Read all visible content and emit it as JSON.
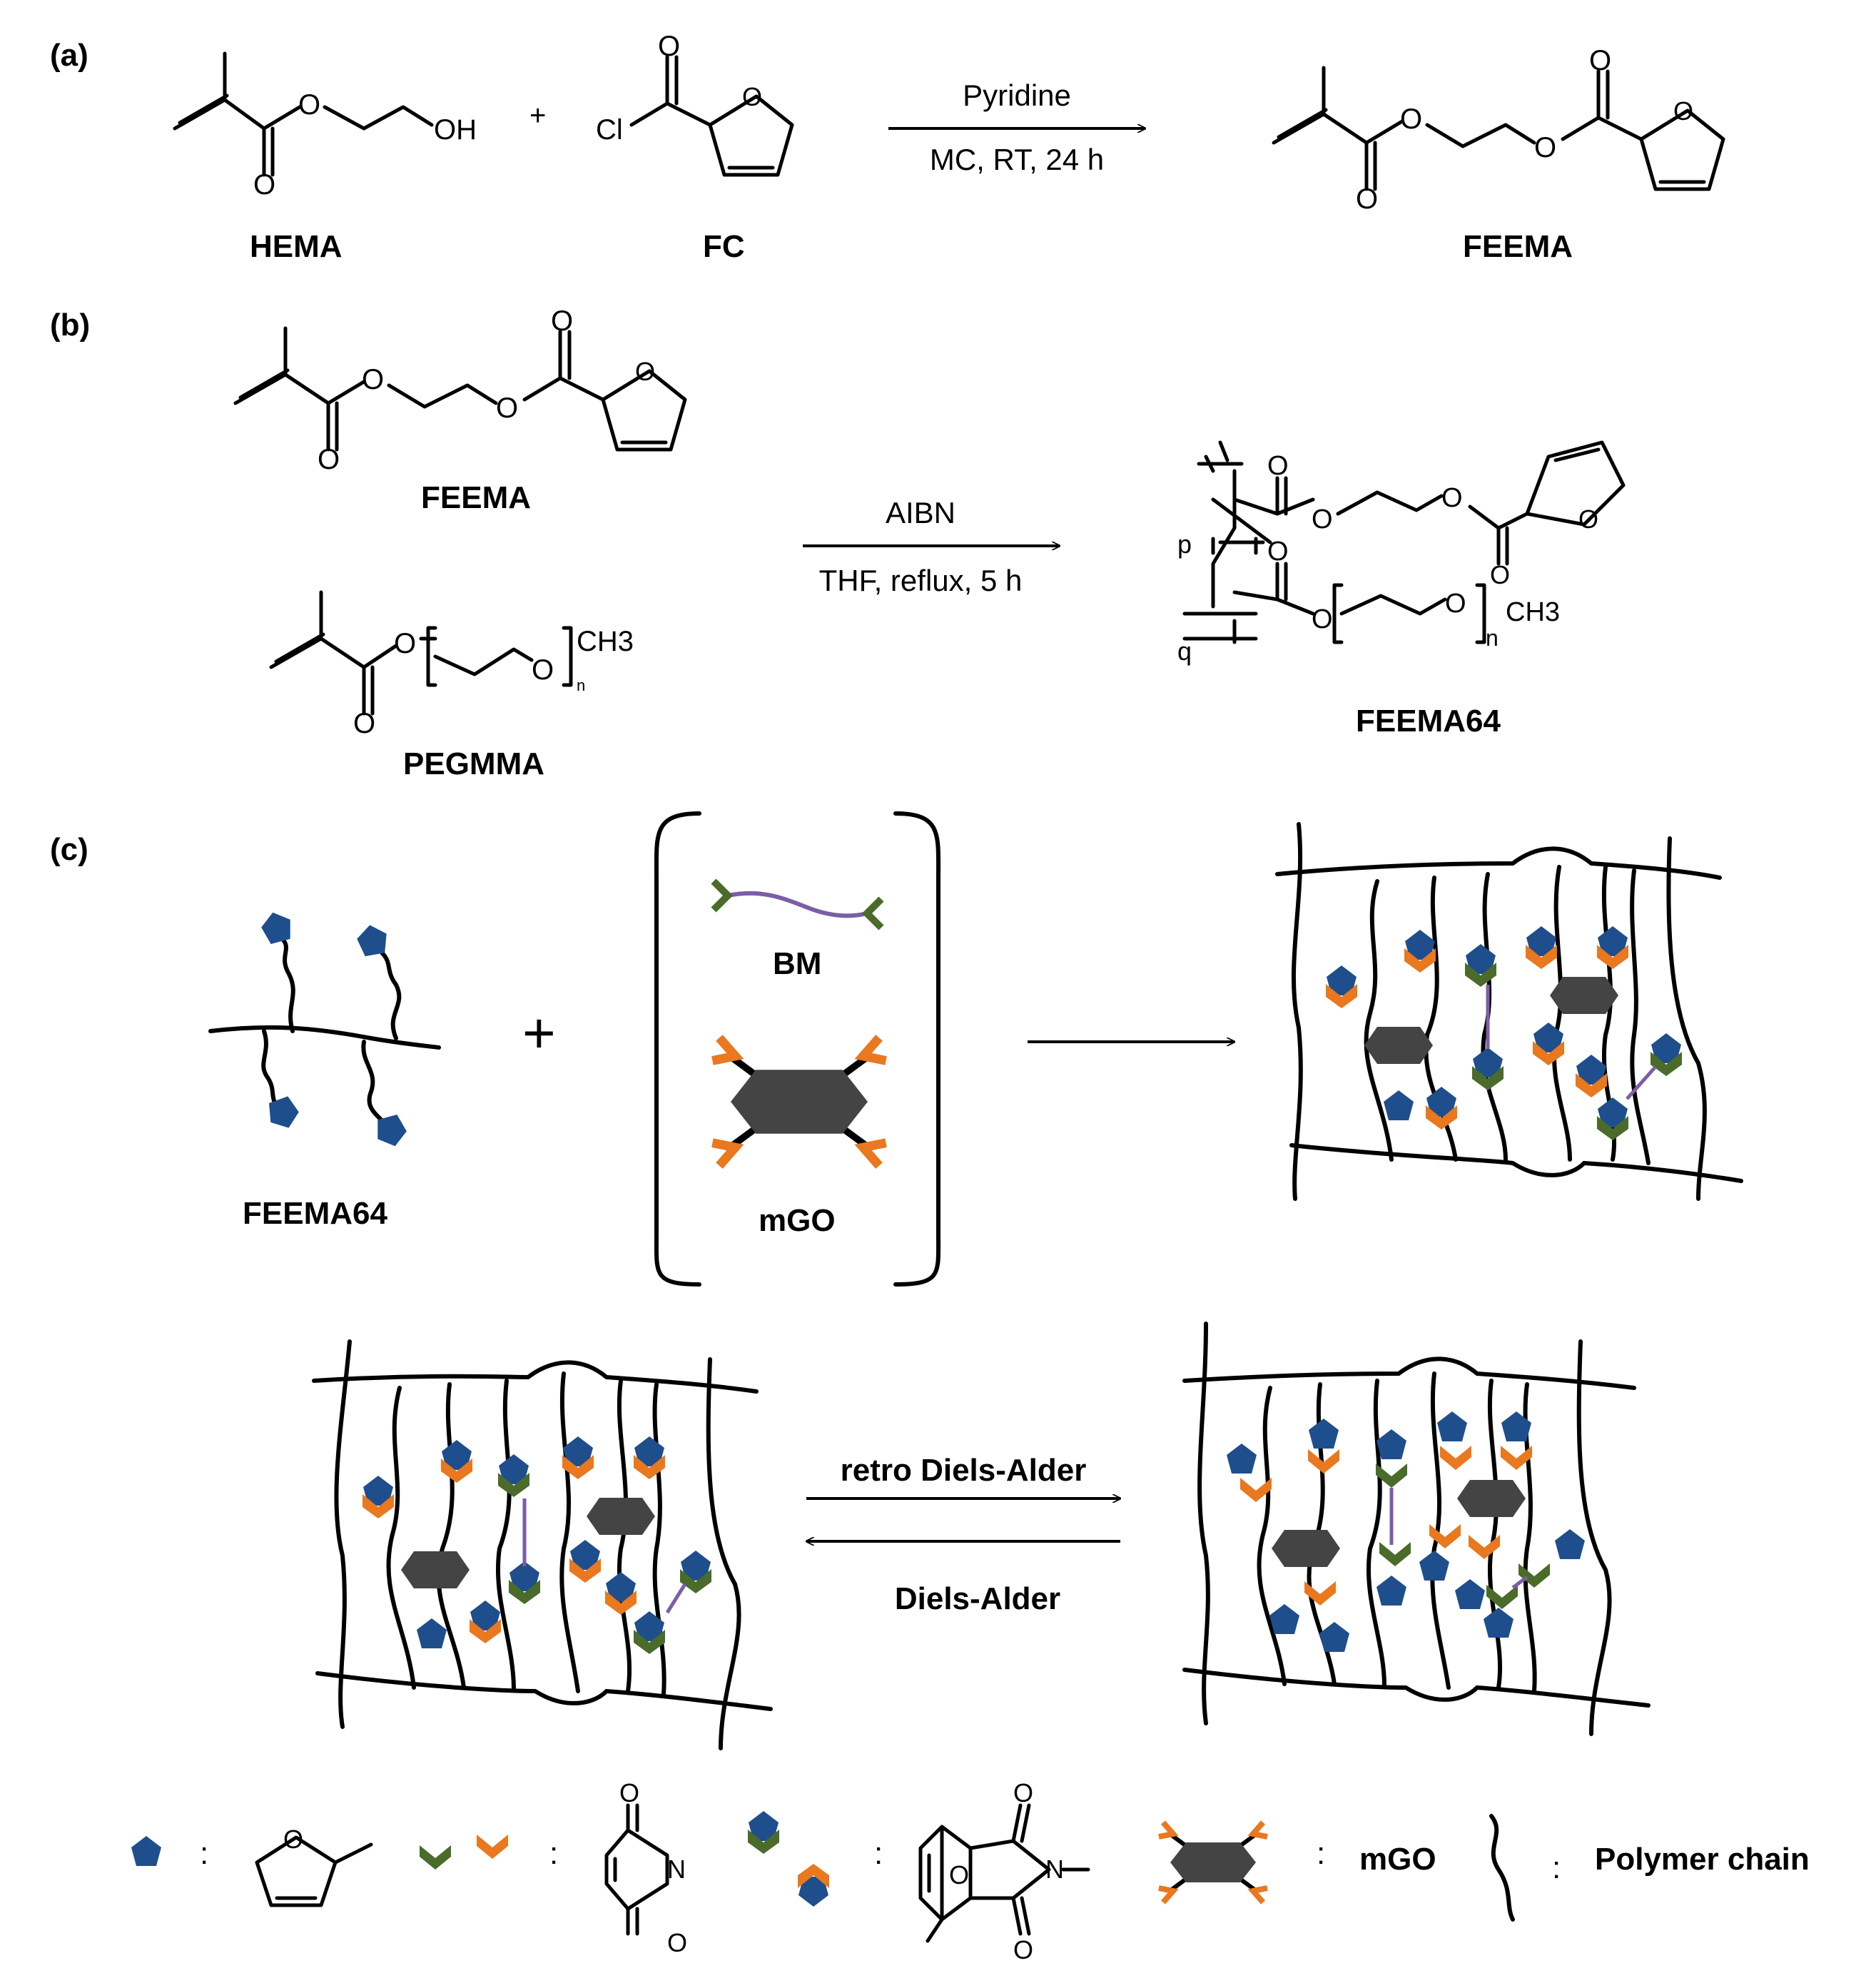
{
  "panels": {
    "a": "(a)",
    "b": "(b)",
    "c": "(c)"
  },
  "colors": {
    "furan": "#1f4e8c",
    "maleimide_orange": "#e9781e",
    "maleimide_green": "#4a6b2a",
    "graphene": "#444444",
    "bm_linker": "#7b5ea7"
  },
  "scheme_a": {
    "reactant1": "HEMA",
    "reactant2": "FC",
    "product": "FEEMA",
    "plus": "+",
    "reagent": "Pyridine",
    "conditions": "MC, RT, 24 h"
  },
  "scheme_b": {
    "monomer1": "FEEMA",
    "monomer2": "PEGMMA",
    "product": "FEEMA64",
    "reagent": "AIBN",
    "conditions": "THF, reflux, 5 h",
    "subscripts": {
      "p": "p",
      "q": "q",
      "n": "n"
    }
  },
  "scheme_c": {
    "polymer": "FEEMA64",
    "crosslinker1": "BM",
    "crosslinker2": "mGO",
    "plus": "+",
    "forward_label": "retro Diels-Alder",
    "reverse_label": "Diels-Alder"
  },
  "atoms": {
    "O": "O",
    "OH": "OH",
    "Cl": "Cl",
    "N": "N",
    "CH3": "CH3"
  },
  "legend": {
    "separator": ":",
    "mgo": "mGO",
    "polymer_chain": "Polymer chain"
  }
}
